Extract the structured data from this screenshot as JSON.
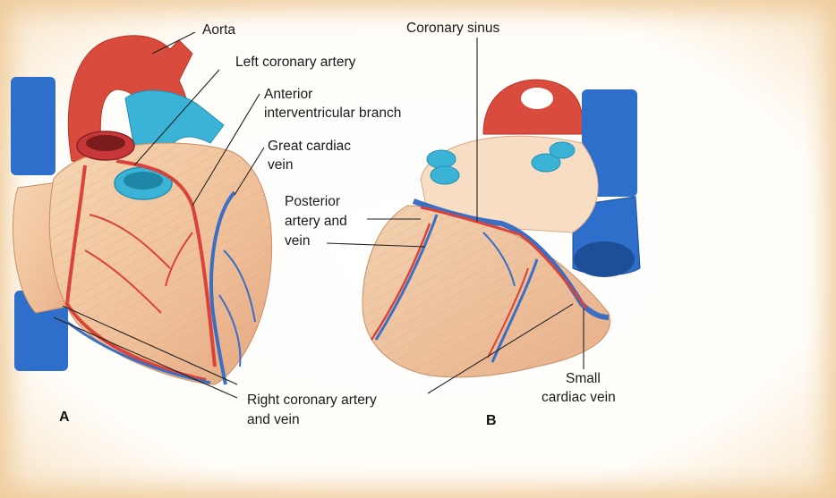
{
  "labels": {
    "aorta": "Aorta",
    "left_coronary_artery": "Left coronary artery",
    "anterior_line1": "Anterior",
    "anterior_line2": "interventricular branch",
    "great_cardiac_line1": "Great cardiac",
    "great_cardiac_line2": "vein",
    "coronary_sinus": "Coronary sinus",
    "posterior_line1": "Posterior",
    "posterior_line2": "artery and",
    "posterior_line3": "vein",
    "right_coronary_line1": "Right coronary artery",
    "right_coronary_line2": "and vein",
    "small_cardiac_line1": "Small",
    "small_cardiac_line2": "cardiac vein"
  },
  "panels": {
    "a": "A",
    "b": "B"
  },
  "colors": {
    "myocardium": "#f3c9a0",
    "artery": "#d9433a",
    "vein": "#3a6fc4",
    "vessel_cyan": "#3fb7d8",
    "leader_line": "#222222"
  }
}
